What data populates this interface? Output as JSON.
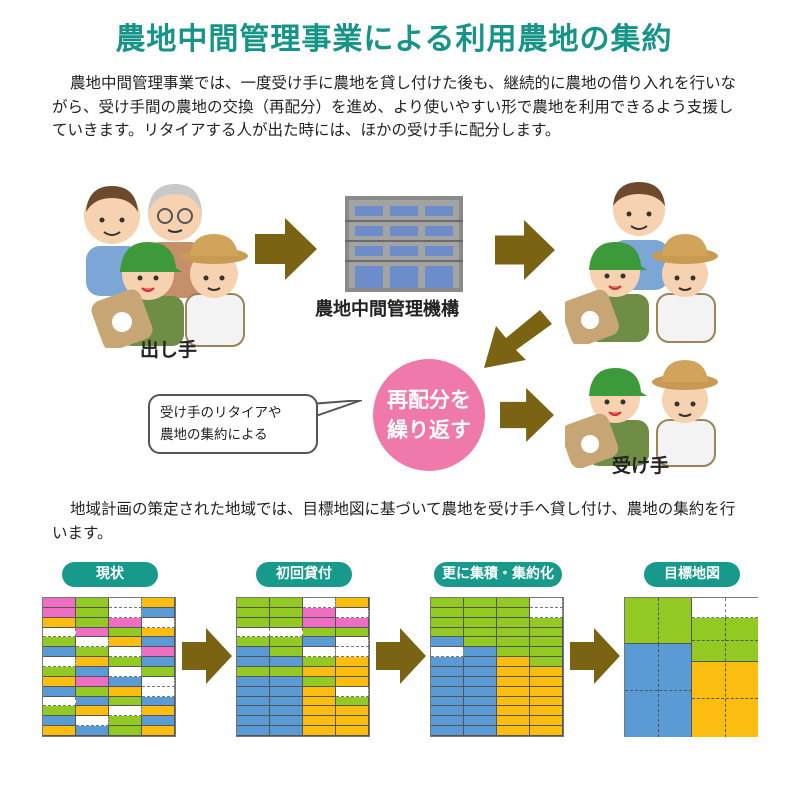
{
  "title": "農地中間管理事業による利用農地の集約",
  "para1": "農地中間管理事業では、一度受け手に農地を貸し付けた後も、継続的に農地の借り入れを行いながら、受け手間の農地の交換（再配分）を進め、より使いやすい形で農地を利用できるよう支援していきます。リタイアする人が出た時には、ほかの受け手に配分します。",
  "para2": "地域計画の策定された地域では、目標地図に基づいて農地を受け手へ貸し付け、農地の集約を行います。",
  "labels": {
    "giver": "出し手",
    "organization": "農地中間管理機構",
    "receiver": "受け手"
  },
  "circle": {
    "line1": "再配分を",
    "line2": "繰り返す"
  },
  "callout": {
    "line1": "受け手のリタイアや",
    "line2": "農地の集約による"
  },
  "grids": {
    "g1": "現状",
    "g2": "初回貸付",
    "g3": "更に集積・集約化",
    "g4": "目標地図"
  },
  "colors": {
    "title": "#169487",
    "arrow": "#7a6414",
    "circle": "#ef79ab",
    "pill": "#17998b",
    "pink": "#ed6ec2",
    "green": "#93c923",
    "yellow": "#fbbd10",
    "blue": "#5b9bd5"
  }
}
